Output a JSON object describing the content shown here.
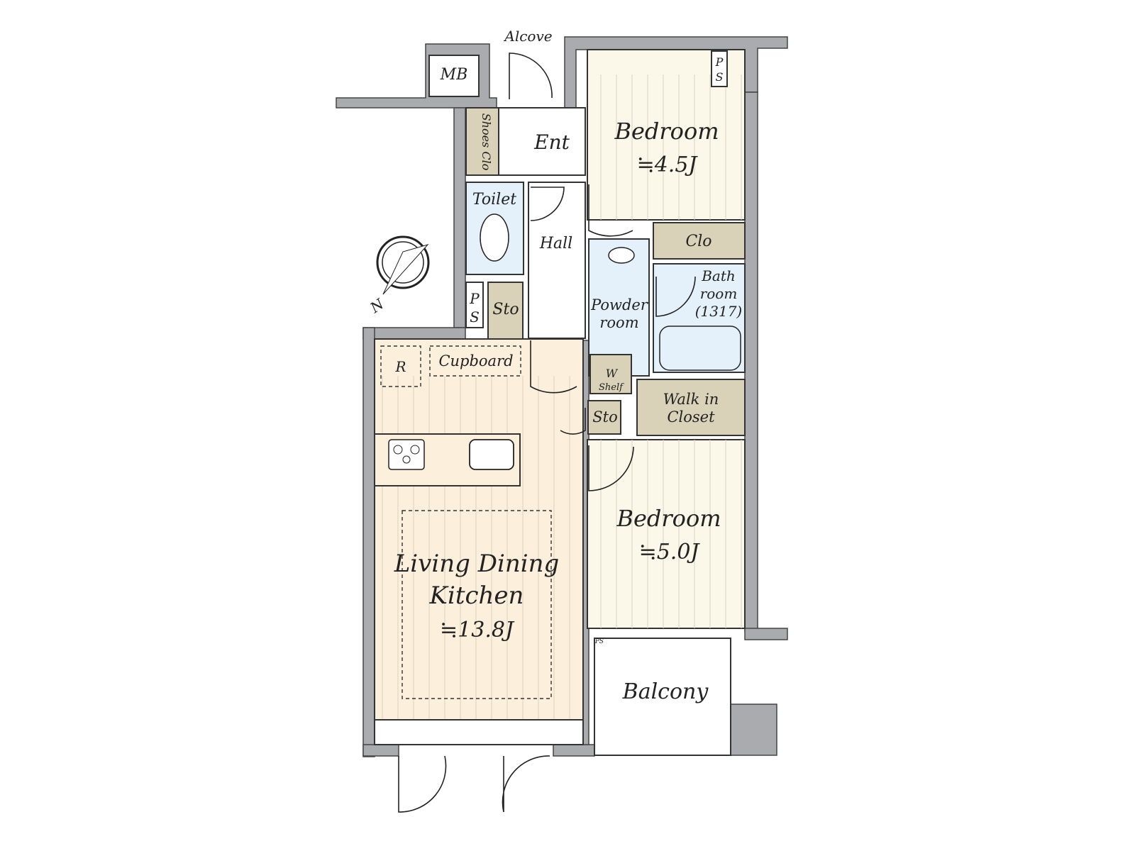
{
  "colors": {
    "wall": "#a9abae",
    "storage": "#d9d1b8",
    "wet": "#e4f1fb",
    "bedroom": "#fbf8ea",
    "ldk": "#fcefdc"
  },
  "labels": {
    "alcove": "Alcove",
    "mb": "MB",
    "shoes_clo": "Shoes Clo",
    "ent": "Ent",
    "toilet": "Toilet",
    "hall": "Hall",
    "ps_left_p": "P",
    "ps_left_s": "S",
    "sto_left": "Sto",
    "ps_top_p": "P",
    "ps_top_s": "S",
    "bedroom1": "Bedroom",
    "bedroom1_size": "≒4.5J",
    "clo": "Clo",
    "powder_1": "Powder",
    "powder_2": "room",
    "bath_1": "Bath",
    "bath_2": "room",
    "bath_3": "(1317)",
    "w": "W",
    "shelf": "Shelf",
    "wic_1": "Walk in",
    "wic_2": "Closet",
    "sto_mid": "Sto",
    "r": "R",
    "cupboard": "Cupboard",
    "bedroom2": "Bedroom",
    "bedroom2_size": "≒5.0J",
    "ldk_1": "Living Dining",
    "ldk_2": "Kitchen",
    "ldk_size": "≒13.8J",
    "ps_small": "PS",
    "balcony": "Balcony",
    "north": "N"
  }
}
